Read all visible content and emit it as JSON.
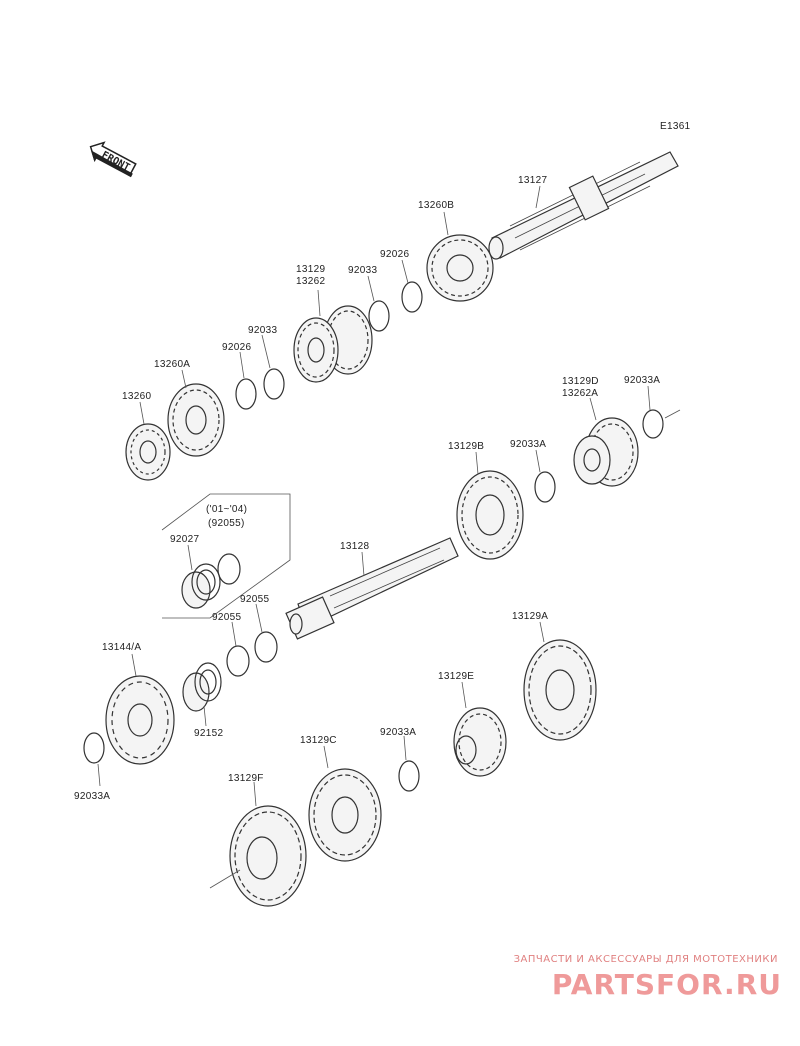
{
  "diagram_code": "E1361",
  "front_label": "FRONT",
  "labels": {
    "l13127": "13127",
    "l13260B": "13260B",
    "l92026a": "92026",
    "l92033a": "92033",
    "l13129_top": "13129",
    "l13262": "13262",
    "l92033b": "92033",
    "l92026b": "92026",
    "l13260A": "13260A",
    "l13260": "13260",
    "l13129D": "13129D",
    "l13262A": "13262A",
    "l92033A_1": "92033A",
    "l13129B": "13129B",
    "l92033A_2": "92033A",
    "l_range": "('01~'04)",
    "l92055_paren": "(92055)",
    "l92027": "92027",
    "l13128": "13128",
    "l92055a": "92055",
    "l92055b": "92055",
    "l13144": "13144/A",
    "l92152": "92152",
    "l92033A_3": "92033A",
    "l13129A": "13129A",
    "l13129E": "13129E",
    "l92033A_4": "92033A",
    "l13129C": "13129C",
    "l13129F": "13129F"
  },
  "watermark": {
    "subtitle": "ЗАПЧАСТИ И АКСЕССУАРЫ ДЛЯ МОТОТЕХНИКИ",
    "brand": "PARTSFOR.RU"
  },
  "colors": {
    "line": "#333333",
    "watermark": "#ef9a9a"
  }
}
